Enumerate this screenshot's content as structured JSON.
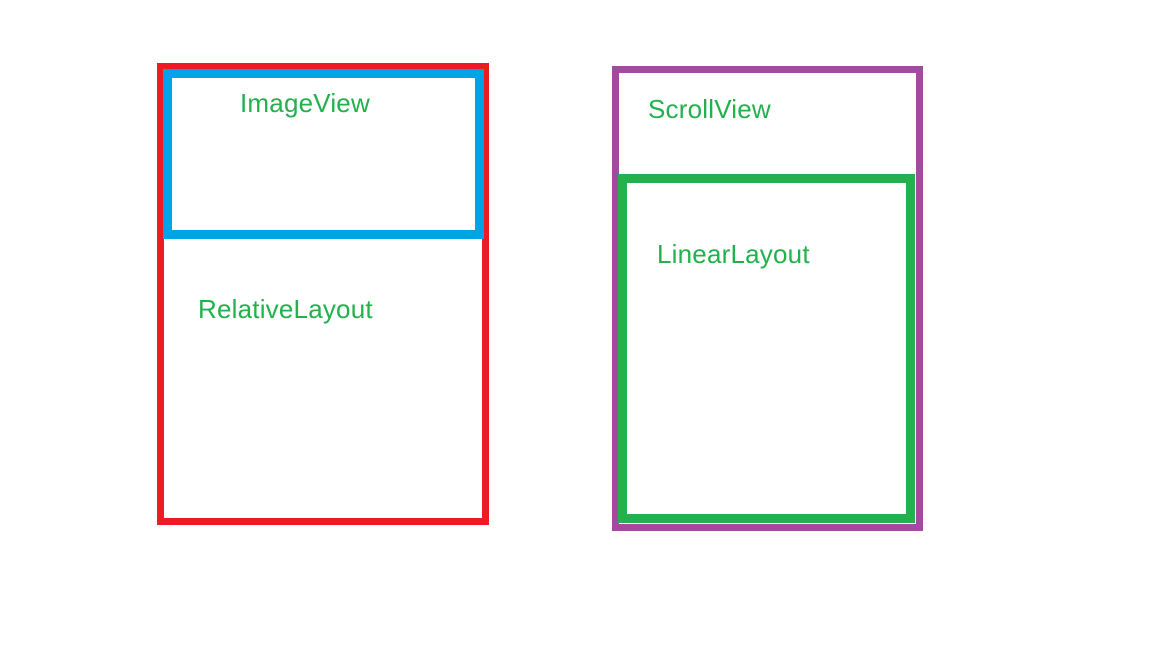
{
  "diagram": {
    "left_group": {
      "outer": {
        "label": "RelativeLayout",
        "border_color": "#ed1c24"
      },
      "inner": {
        "label": "ImageView",
        "border_color": "#00a2e8"
      }
    },
    "right_group": {
      "outer": {
        "label": "ScrollView",
        "border_color": "#a349a4"
      },
      "inner": {
        "label": "LinearLayout",
        "border_color": "#22b14c"
      }
    },
    "label_color": "#22b14c"
  }
}
